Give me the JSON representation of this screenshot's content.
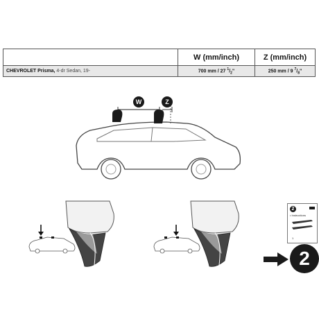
{
  "table": {
    "headers": {
      "model": "",
      "w": "W (mm/inch)",
      "z": "Z (mm/inch)"
    },
    "rows": [
      {
        "model": "CHEVROLET Prisma,",
        "spec": "4-dr Sedan, 19-",
        "w_mm": "700 mm / 27",
        "w_num": "1",
        "w_den": "2",
        "w_unit": "\"",
        "z_mm": "250 mm / 9",
        "z_num": "7",
        "z_den": "8",
        "z_unit": "\""
      }
    ]
  },
  "diagram": {
    "w_label": "W",
    "z_label": "Z"
  },
  "next_step": {
    "card_number": "2",
    "card_title": "• Instructions",
    "card_foot": "1",
    "badge": "2"
  }
}
